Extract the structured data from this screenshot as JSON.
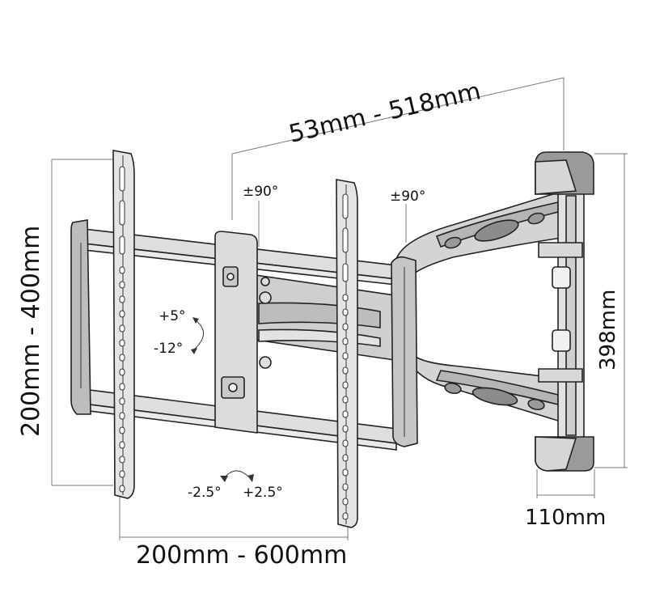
{
  "dimensions": {
    "depth_range": "53mm - 518mm",
    "vesa_height_range": "200mm - 400mm",
    "vesa_width_range": "200mm - 600mm",
    "plate_height": "398mm",
    "plate_width": "110mm"
  },
  "angles": {
    "swivel_left": "±90°",
    "swivel_right": "±90°",
    "tilt_up": "+5°",
    "tilt_down": "-12°",
    "rotate_left": "-2.5°",
    "rotate_right": "+2.5°"
  },
  "colors": {
    "line": "#222222",
    "fill_light": "#e6e6e6",
    "fill_mid": "#c9c9c9",
    "fill_dark": "#8c8c8c",
    "dim_line": "#7a7a7a"
  }
}
